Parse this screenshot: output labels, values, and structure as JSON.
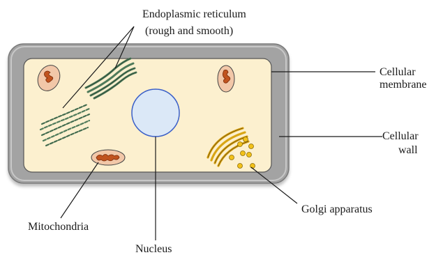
{
  "labels": {
    "er_line1": "Endoplasmic reticulum",
    "er_line2": "(rough and smooth)",
    "membrane_line1": "Cellular",
    "membrane_line2": "membrane",
    "wall_line1": "Cellular",
    "wall_line2": "wall",
    "golgi": "Golgi apparatus",
    "mito": "Mitochondria",
    "nucleus": "Nucleus"
  },
  "colors": {
    "cell_wall": "#9a9a9a",
    "cytoplasm": "#fcf0cf",
    "nucleus_fill": "#dbe8f7",
    "nucleus_stroke": "#3a5fc8",
    "mito_outer": "#f2c7a8",
    "mito_inner": "#c0531f",
    "er_green": "#4e7a5a",
    "golgi_gold": "#d9a514",
    "golgi_dark": "#6b4a0c"
  }
}
